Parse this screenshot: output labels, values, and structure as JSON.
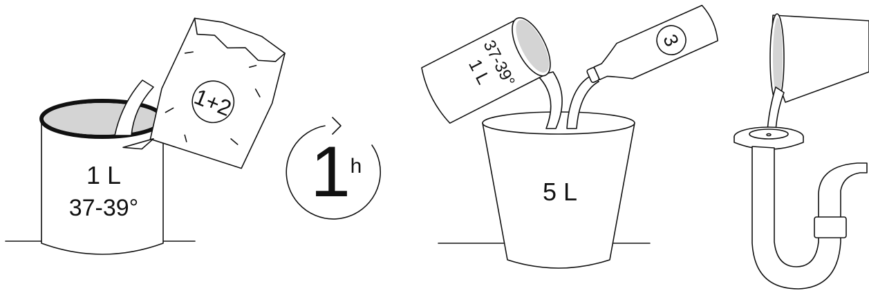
{
  "colors": {
    "ink": "#111111",
    "liquid": "#d4d4d4",
    "background": "#ffffff"
  },
  "steps": [
    {
      "id": "step-1",
      "cup_volume": "1 L",
      "cup_temperature": "37-39°",
      "sachet_label": "1+2"
    },
    {
      "id": "step-2",
      "timer_value": "1",
      "timer_unit": "h",
      "icon": "clockwise-timer-icon"
    },
    {
      "id": "step-3",
      "cup_volume": "1 L",
      "cup_temperature": "37-39°",
      "bottle_label": "3",
      "bucket_volume": "5 L"
    },
    {
      "id": "step-4",
      "icon": "sink-drain-pipe-icon"
    }
  ]
}
